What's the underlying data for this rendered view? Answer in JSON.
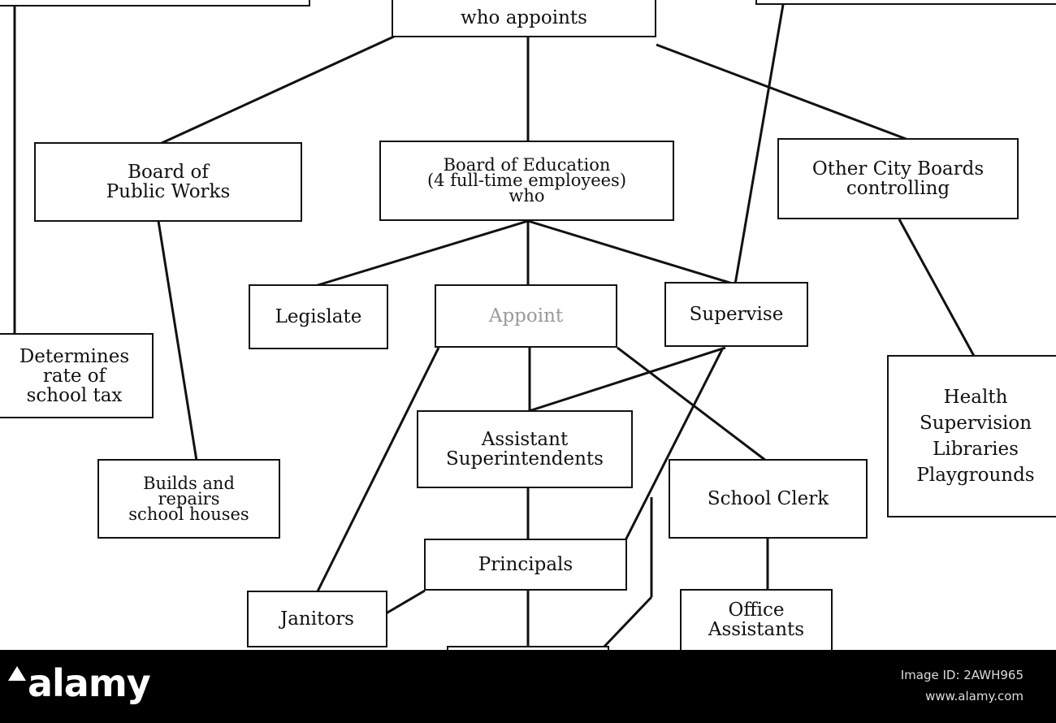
{
  "nodes": {
    "top_left": {
      "lines": []
    },
    "appoints": {
      "lines": [
        "who appoints"
      ]
    },
    "top_right": {
      "lines": []
    },
    "public_works": {
      "lines": [
        "Board of",
        "Public Works"
      ]
    },
    "education": {
      "lines": [
        "Board of Education",
        "(4 full-time employees)",
        "who"
      ]
    },
    "other_boards": {
      "lines": [
        "Other City Boards",
        "controlling"
      ]
    },
    "legislate": {
      "lines": [
        "Legislate"
      ]
    },
    "appoint": {
      "lines": [
        "Appoint"
      ]
    },
    "supervise": {
      "lines": [
        "Supervise"
      ]
    },
    "determines": {
      "lines": [
        "Determines",
        "rate of",
        "school tax"
      ]
    },
    "health": {
      "lines": [
        "Health",
        "Supervision",
        "Libraries",
        "Playgrounds"
      ]
    },
    "assistant": {
      "lines": [
        "Assistant",
        "Superintendents"
      ]
    },
    "builds": {
      "lines": [
        "Builds and",
        "repairs",
        "school houses"
      ]
    },
    "clerk": {
      "lines": [
        "School Clerk"
      ]
    },
    "principals": {
      "lines": [
        "Principals"
      ]
    },
    "janitors": {
      "lines": [
        "Janitors"
      ]
    },
    "office": {
      "lines": [
        "Office",
        "Assistants"
      ]
    },
    "bottom": {
      "lines": []
    }
  },
  "footer": {
    "logo": "alamy",
    "image_id": "Image ID: 2AWH965",
    "site": "www.alamy.com"
  },
  "colors": {
    "line": "#111111",
    "footer_bg": "#000000",
    "footer_text": "#dddddd"
  }
}
